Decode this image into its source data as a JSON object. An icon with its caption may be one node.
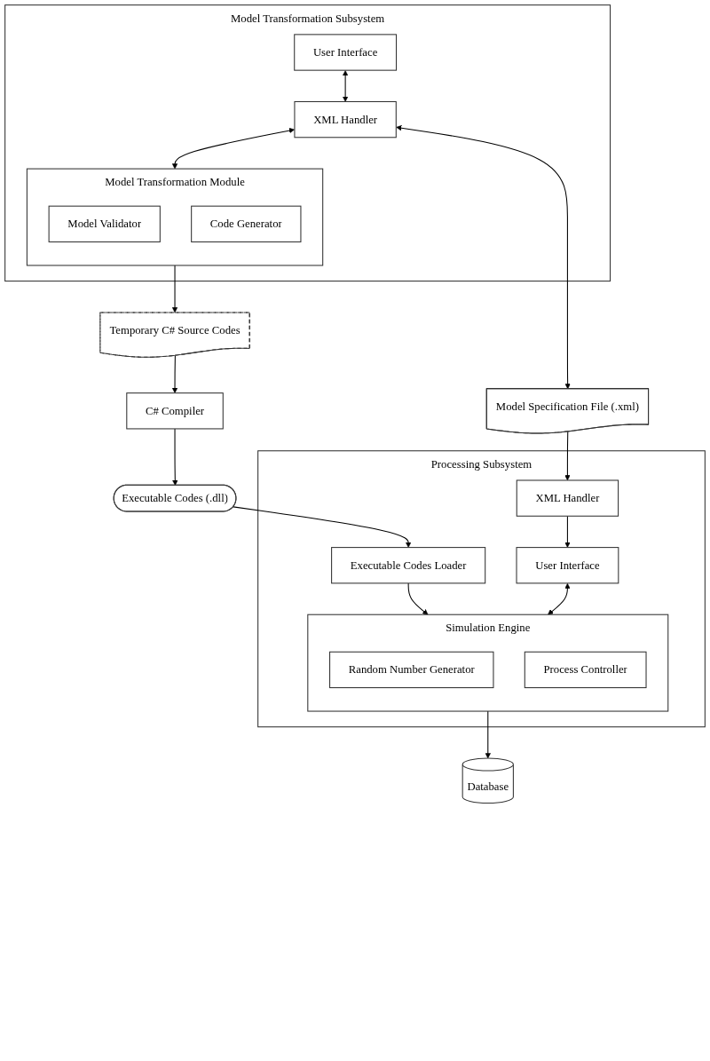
{
  "diagram": {
    "nodes": [
      {
        "text": [
          "Model Transformation Subsystem"
        ]
      },
      {
        "text": [
          "User Interface"
        ],
        "in": 0
      },
      {
        "text": [
          "XML Handler"
        ],
        "in": 0
      },
      {
        "text": [
          "Model Transformation Module"
        ],
        "in": 0
      },
      {
        "text": [
          "Model Validator"
        ],
        "in": 3
      },
      {
        "text": [
          "Code Generator"
        ],
        "in": 3
      },
      {
        "text": [
          "Model Specification File (.xml)"
        ]
      },
      {
        "text": [
          "Temporary C# Source Codes"
        ]
      },
      {
        "text": [
          "C# Compiler"
        ]
      },
      {
        "text": [
          "Executable Codes (.dll)"
        ]
      },
      {
        "text": [
          "Processing Subsystem"
        ]
      },
      {
        "text": [
          "XML Handler"
        ],
        "in": 10
      },
      {
        "text": [
          "Executable Codes Loader"
        ],
        "in": 10
      },
      {
        "text": [
          "User Interface"
        ],
        "in": 10
      },
      {
        "text": [
          "Simulation Engine"
        ],
        "in": 10
      },
      {
        "text": [
          "Random Number Generator"
        ],
        "in": 14
      },
      {
        "text": [
          "Process Controller"
        ],
        "in": 14
      },
      {
        "text": [
          "Database"
        ]
      }
    ],
    "edges": [
      {
        "from": 1,
        "to": 2,
        "arrow": "both"
      },
      {
        "from": 2,
        "to": 3,
        "arrow": "both"
      },
      {
        "from": 2,
        "to": 6,
        "arrow": "both"
      },
      {
        "from": 3,
        "to": 7,
        "arrow": "to"
      },
      {
        "from": 7,
        "to": 8,
        "arrow": "to"
      },
      {
        "from": 8,
        "to": 9,
        "arrow": "to"
      },
      {
        "from": 9,
        "to": 12,
        "arrow": "to"
      },
      {
        "from": 6,
        "to": 11,
        "arrow": "to"
      },
      {
        "from": 11,
        "to": 13,
        "arrow": "to"
      },
      {
        "from": 12,
        "to": 14,
        "arrow": "to"
      },
      {
        "from": 13,
        "to": 14,
        "arrow": "both"
      },
      {
        "from": 14,
        "to": 17,
        "arrow": "to"
      }
    ]
  }
}
